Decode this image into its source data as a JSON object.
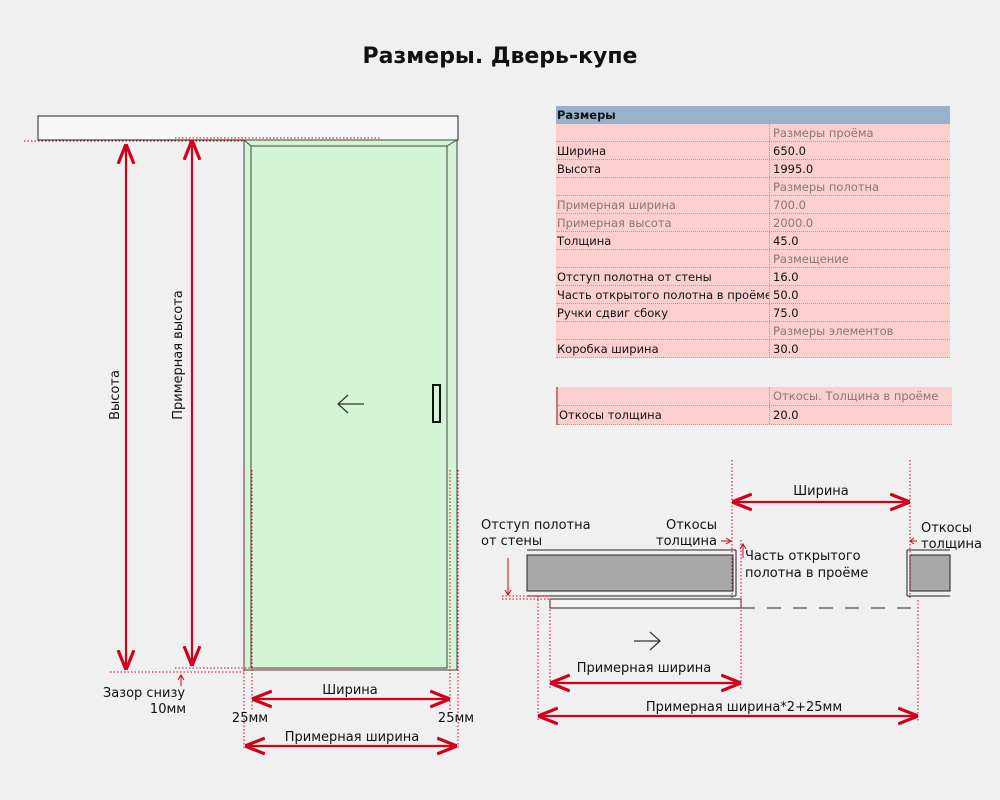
{
  "title": "Размеры. Дверь-купе",
  "table": {
    "header": "Размеры",
    "rows": [
      {
        "label": "",
        "value": "Размеры проёма",
        "kind": "group"
      },
      {
        "label": "Ширина",
        "value": "650.0",
        "kind": "normal"
      },
      {
        "label": "Высота",
        "value": "1995.0",
        "kind": "normal"
      },
      {
        "label": "",
        "value": "Размеры полотна",
        "kind": "group"
      },
      {
        "label": "Примерная ширина",
        "value": "700.0",
        "kind": "muted"
      },
      {
        "label": "Примерная высота",
        "value": "2000.0",
        "kind": "muted"
      },
      {
        "label": "Толщина",
        "value": "45.0",
        "kind": "normal"
      },
      {
        "label": "",
        "value": "Размещение",
        "kind": "group"
      },
      {
        "label": "Отступ полотна от стены",
        "value": "16.0",
        "kind": "normal"
      },
      {
        "label": "Часть открытого полотна в проёме",
        "value": "50.0",
        "kind": "normal"
      },
      {
        "label": "Ручки сдвиг сбоку",
        "value": "75.0",
        "kind": "normal"
      },
      {
        "label": "",
        "value": "Размеры элементов",
        "kind": "group"
      },
      {
        "label": "Коробка ширина",
        "value": "30.0",
        "kind": "normal"
      }
    ]
  },
  "table2": {
    "rows": [
      {
        "label": "",
        "value": "Откосы. Толщина в проёме",
        "kind": "group"
      },
      {
        "label": "Откосы толщина",
        "value": "20.0",
        "kind": "normal"
      }
    ]
  },
  "elevation_labels": {
    "height": "Высота",
    "approx_height": "Примерная высота",
    "gap_bottom_line1": "Зазор снизу",
    "gap_bottom_line2": "10мм",
    "width": "Ширина",
    "left_25": "25мм",
    "right_25": "25мм",
    "approx_width": "Примерная ширина"
  },
  "plan_labels": {
    "width": "Ширина",
    "offset_line1": "Отступ полотна",
    "offset_line2": "от стены",
    "reveal_left_line1": "Откосы",
    "reveal_left_line2": "толщина",
    "open_part_line1": "Часть открытого",
    "open_part_line2": "полотна в проёме",
    "reveal_right_line1": "Откосы",
    "reveal_right_line2": "толщина",
    "approx_width": "Примерная ширина",
    "approx_width_total": "Примерная ширина*2+25мм"
  },
  "colors": {
    "dimension": "#d0021b",
    "door_fill": "#d4f5d4",
    "wall_fill": "#a9a9a9",
    "table_row": "#fccfcf",
    "table_header": "#98b2ce"
  }
}
